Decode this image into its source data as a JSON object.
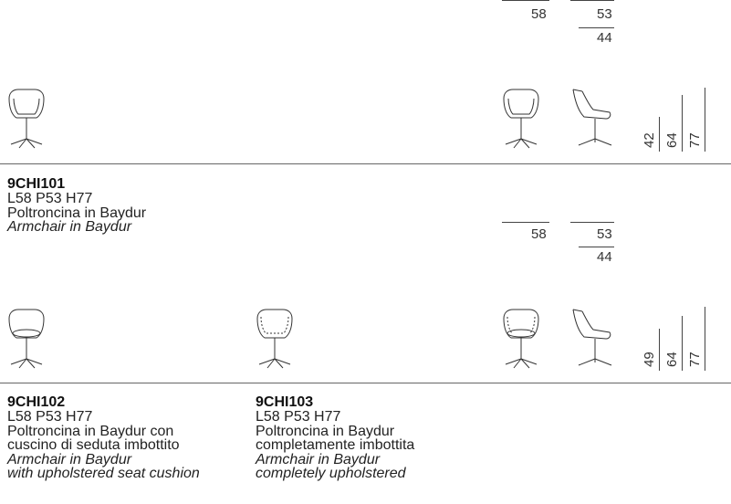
{
  "dimensions_row1": {
    "width": "58",
    "depth": "53",
    "seat_depth": "44",
    "seat_h": "42",
    "arm_h": "64",
    "total_h": "77"
  },
  "dimensions_row2": {
    "width": "58",
    "depth": "53",
    "seat_depth": "44",
    "seat_h": "49",
    "arm_h": "64",
    "total_h": "77"
  },
  "products": [
    {
      "code": "9CHI101",
      "dims": "L58 P53 H77",
      "it_line1": "Poltroncina in Baydur",
      "en_line1": "Armchair in Baydur"
    },
    {
      "code": "9CHI102",
      "dims": "L58 P53 H77",
      "it_line1": "Poltroncina in Baydur con",
      "it_line2": "cuscino di seduta imbottito",
      "en_line1": "Armchair in Baydur",
      "en_line2": "with upholstered seat cushion"
    },
    {
      "code": "9CHI103",
      "dims": "L58 P53 H77",
      "it_line1": "Poltroncina in Baydur",
      "it_line2": "completamente imbottita",
      "en_line1": "Armchair in Baydur",
      "en_line2": "completely upholstered"
    }
  ],
  "colors": {
    "line": "#444444",
    "text": "#222222"
  }
}
